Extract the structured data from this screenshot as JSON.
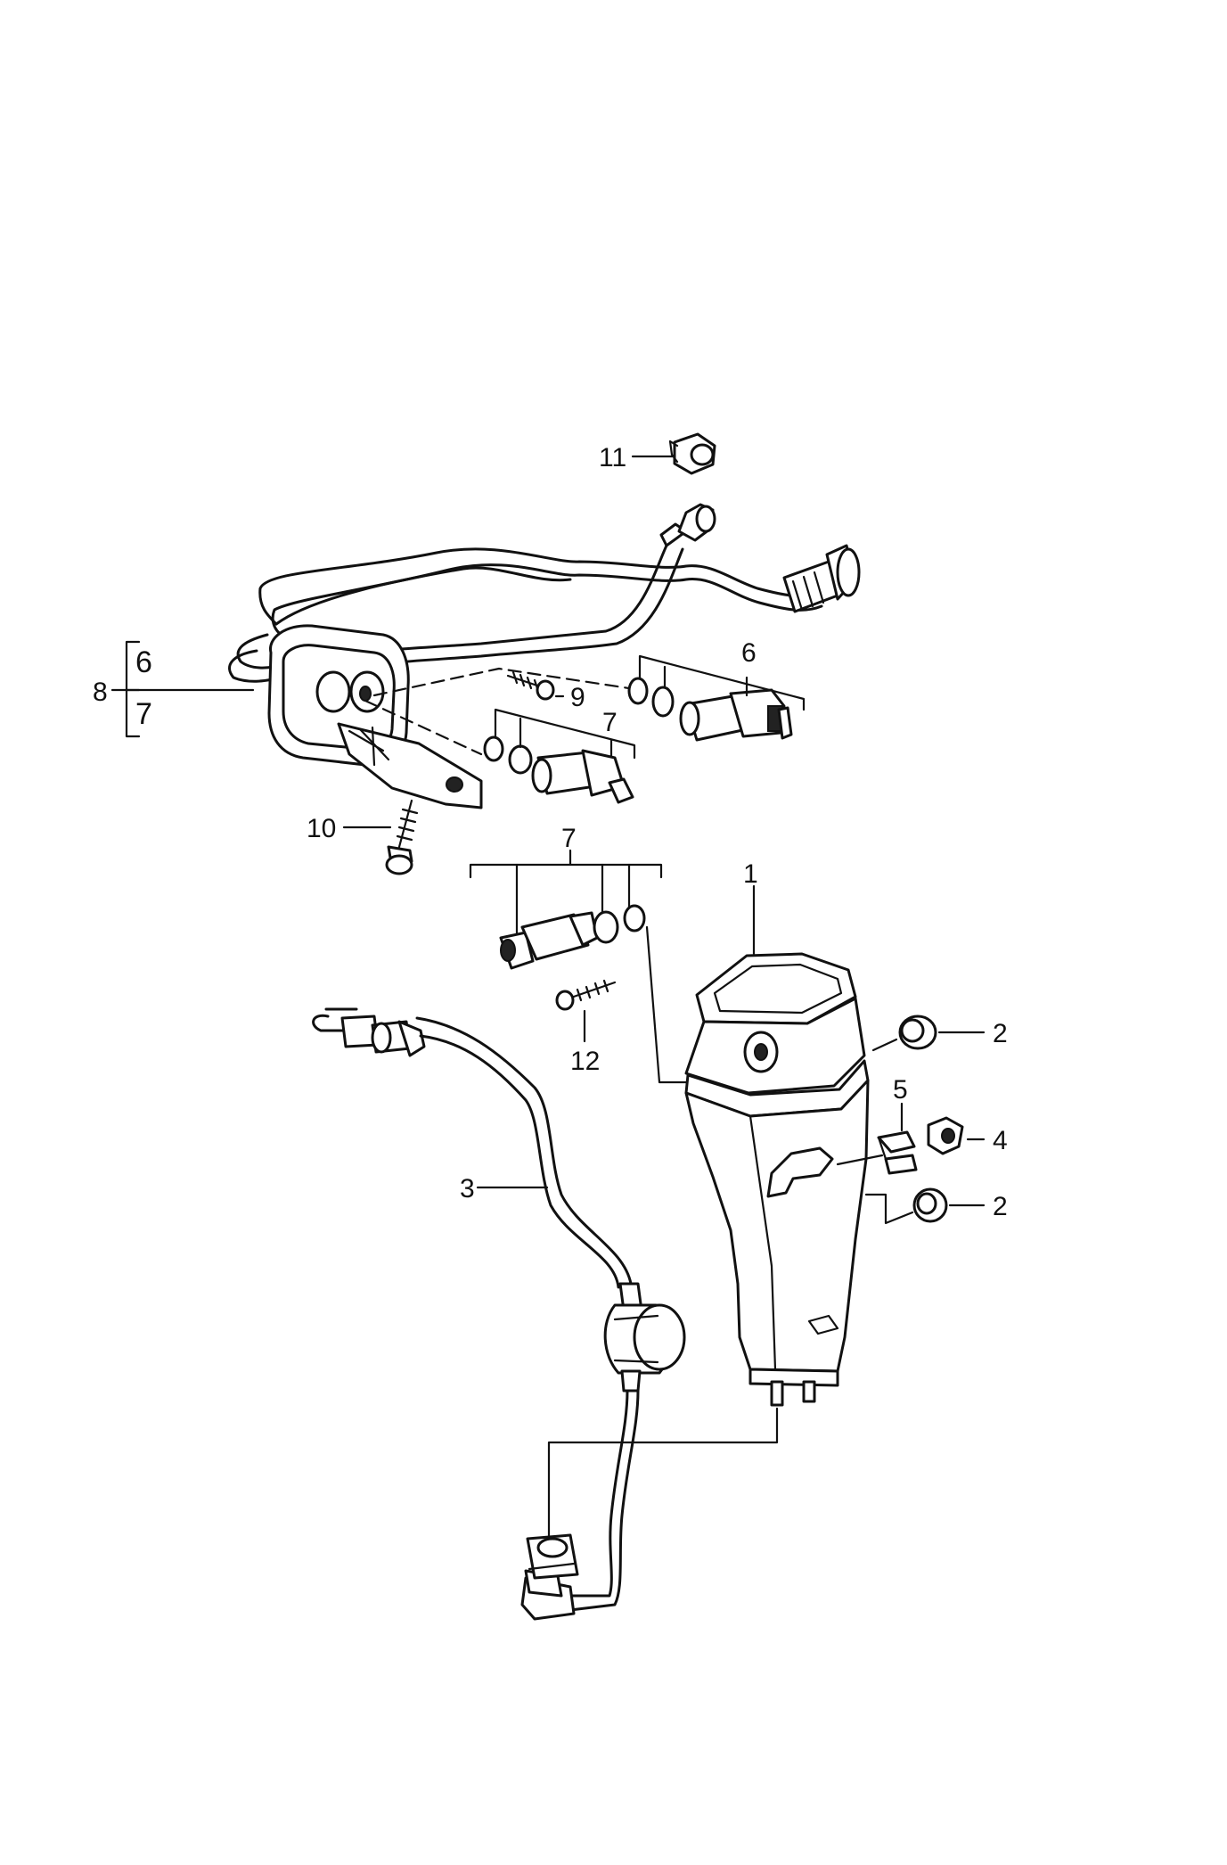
{
  "callouts": {
    "p1": "1",
    "p2a": "2",
    "p2b": "2",
    "p3": "3",
    "p4": "4",
    "p5": "5",
    "p6_top": "6",
    "p6_group": "6",
    "p7_top": "7",
    "p7_mid": "7",
    "p7_group": "7",
    "p8": "8",
    "p9": "9",
    "p10": "10",
    "p11": "11",
    "p12": "12"
  }
}
